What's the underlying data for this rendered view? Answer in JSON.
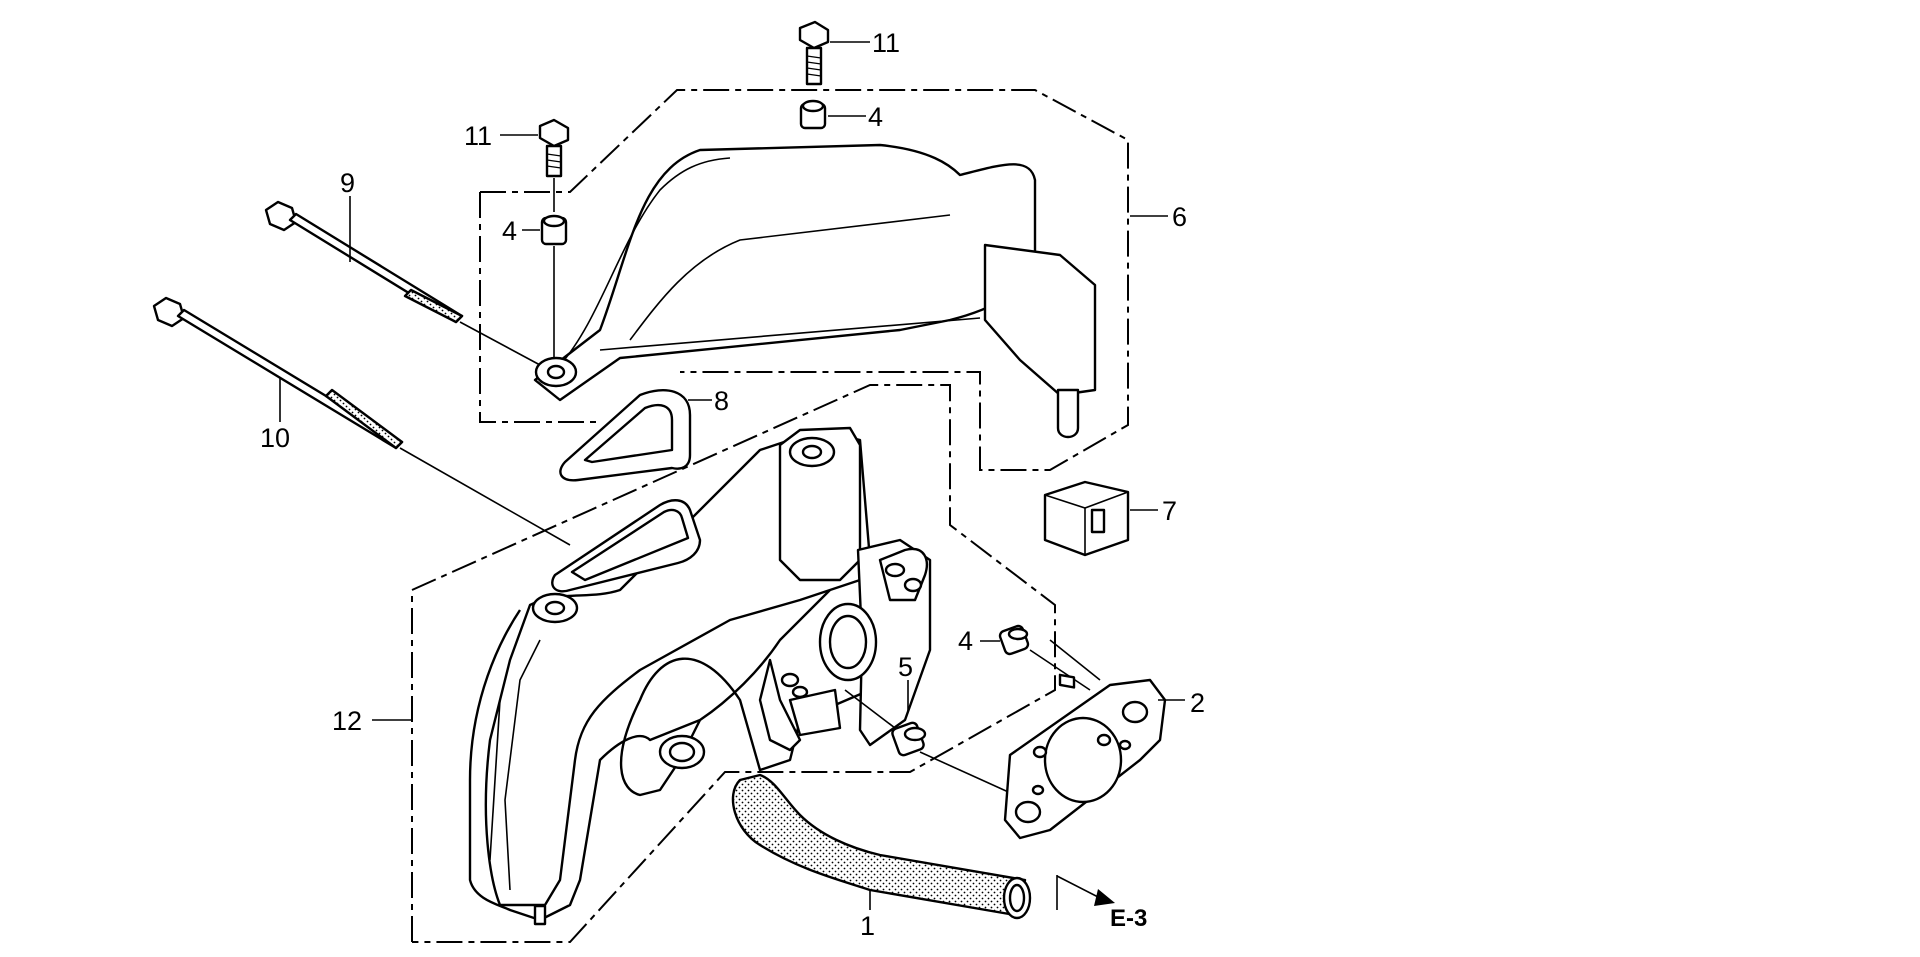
{
  "diagram": {
    "callouts": {
      "c1": "1",
      "c2": "2",
      "c4a": "4",
      "c4b": "4",
      "c4c": "4",
      "c5": "5",
      "c6": "6",
      "c7": "7",
      "c8": "8",
      "c9": "9",
      "c10": "10",
      "c11a": "11",
      "c11b": "11",
      "c12": "12"
    },
    "reference_label": "E-3"
  }
}
